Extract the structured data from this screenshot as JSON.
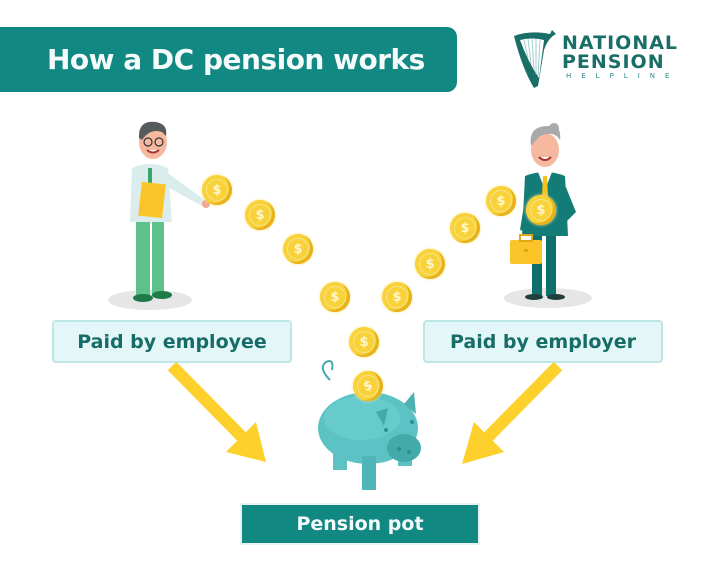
{
  "header": {
    "title": "How a DC pension works"
  },
  "logo": {
    "line1": "NATIONAL",
    "line2": "PENSION",
    "line3": "HELPLINE",
    "icon": "harp-icon"
  },
  "flow": {
    "employee_label": "Paid by employee",
    "employer_label": "Paid by employer",
    "destination_label": "Pension pot",
    "coin_symbol": "$"
  },
  "colors": {
    "brand_teal": "#128882",
    "label_bg": "#e4f7f8",
    "label_text": "#166c66",
    "arrow_yellow": "#fdd02b",
    "coin_gold": "#f9d23a",
    "piggy_teal": "#5cc2c4"
  }
}
